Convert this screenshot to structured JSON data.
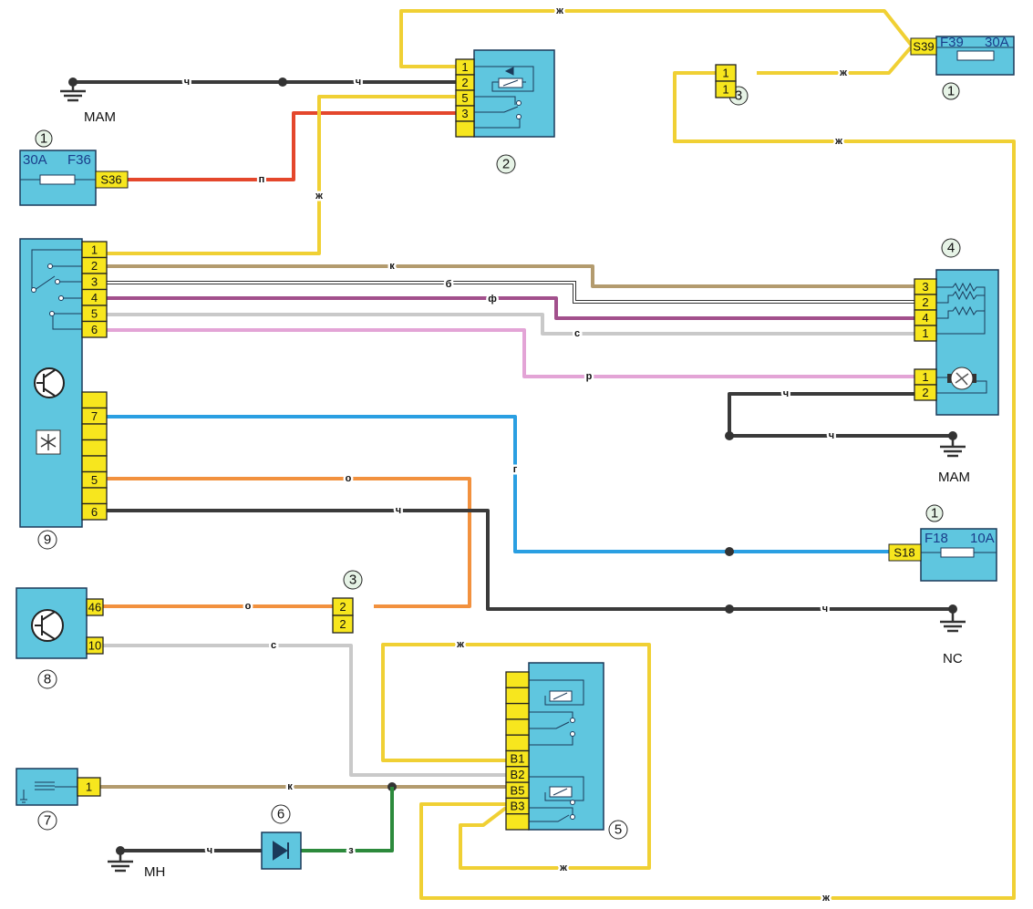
{
  "colors": {
    "body": "#5fc6df",
    "connector": "#f7e61e",
    "yellow": "#f0d034",
    "black": "#3a3a3a",
    "red": "#e4472c",
    "brown": "#b39b6e",
    "white": "#ffffff",
    "purple": "#a2508c",
    "grey": "#c9c9c9",
    "pink": "#e3a4d6",
    "blue": "#2a9fe2",
    "orange": "#f2913e",
    "green": "#2c8a3c"
  },
  "components": {
    "fuse_f39": {
      "ref": "1",
      "fuse": "F39",
      "rating": "30A",
      "terminal": "S39"
    },
    "fuse_f36": {
      "ref": "1",
      "fuse": "F36",
      "rating": "30A",
      "terminal": "S36"
    },
    "fuse_f18": {
      "ref": "1",
      "fuse": "F18",
      "rating": "10A",
      "terminal": "S18"
    },
    "relay_2": {
      "ref": "2",
      "pins": [
        "1",
        "2",
        "5",
        "3",
        ""
      ]
    },
    "connector_3_top": {
      "ref": "3",
      "pins": [
        "1",
        "1"
      ]
    },
    "connector_3_bottom": {
      "ref": "3",
      "pins": [
        "2",
        "2"
      ]
    },
    "blower_4": {
      "ref": "4",
      "resistor_pins": [
        "3",
        "2",
        "4",
        "1"
      ],
      "motor_pins": [
        "1",
        "2"
      ]
    },
    "relay_5": {
      "ref": "5",
      "pins": [
        "",
        "",
        "",
        "",
        "",
        "B1",
        "B2",
        "B5",
        "B3",
        ""
      ]
    },
    "diode_6": {
      "ref": "6"
    },
    "sensor_7": {
      "ref": "7",
      "pins": [
        "1"
      ]
    },
    "ecu_8": {
      "ref": "8",
      "pins": [
        "46",
        "10"
      ]
    },
    "control_9": {
      "ref": "9",
      "pins_top": [
        "1",
        "2",
        "3",
        "4",
        "5",
        "6"
      ],
      "pins_bottom": [
        "",
        "7",
        "",
        "",
        "",
        "5",
        "",
        "6"
      ]
    }
  },
  "grounds": {
    "top_left": "MAM",
    "right": "MAM",
    "nc": "NC",
    "bottom": "MH"
  },
  "wires": [
    {
      "code": "ж"
    },
    {
      "code": "ж"
    },
    {
      "code": "ж"
    },
    {
      "code": "ч"
    },
    {
      "code": "п"
    },
    {
      "code": "ж"
    },
    {
      "code": "к"
    },
    {
      "code": "б"
    },
    {
      "code": "ф"
    },
    {
      "code": "с"
    },
    {
      "code": "р"
    },
    {
      "code": "ч"
    },
    {
      "code": "г"
    },
    {
      "code": "о"
    },
    {
      "code": "ч"
    },
    {
      "code": "с"
    },
    {
      "code": "ж"
    },
    {
      "code": "к"
    },
    {
      "code": "з"
    },
    {
      "code": "ч"
    }
  ]
}
